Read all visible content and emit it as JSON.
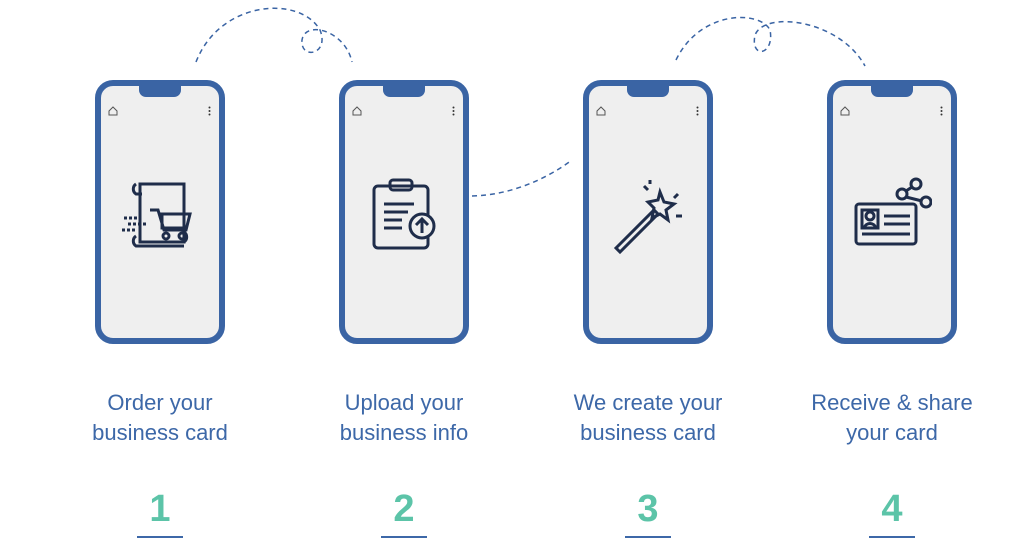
{
  "steps": [
    {
      "label_line1": "Order your",
      "label_line2": "business card",
      "number": "1",
      "icon": "cart-scroll-icon"
    },
    {
      "label_line1": "Upload your",
      "label_line2": "business info",
      "number": "2",
      "icon": "clipboard-upload-icon"
    },
    {
      "label_line1": "We create your",
      "label_line2": "business card",
      "number": "3",
      "icon": "magic-wand-icon"
    },
    {
      "label_line1": "Receive & share",
      "label_line2": "your card",
      "number": "4",
      "icon": "id-card-share-icon"
    }
  ],
  "colors": {
    "phone": "#3a64a4",
    "text": "#3d68a8",
    "number": "#5cc4a8",
    "icon": "#1f2d4a"
  }
}
